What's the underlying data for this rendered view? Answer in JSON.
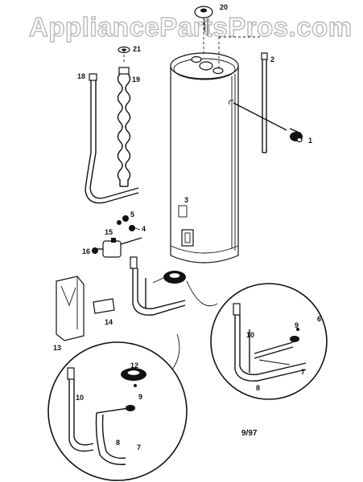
{
  "watermark": "AppliancePartsPros.com",
  "date_code": "9/97",
  "part_labels": {
    "p1": "1",
    "p2": "2",
    "p3": "3",
    "p4": "4",
    "p5": "5",
    "p6": "6",
    "p7a": "7",
    "p7b": "7",
    "p8a": "8",
    "p8b": "8",
    "p9a": "9",
    "p9b": "9",
    "p10a": "10",
    "p10b": "10",
    "p12": "12",
    "p13": "13",
    "p14": "14",
    "p15": "15",
    "p16": "16",
    "p18": "18",
    "p19": "19",
    "p20": "20",
    "p21": "21"
  }
}
